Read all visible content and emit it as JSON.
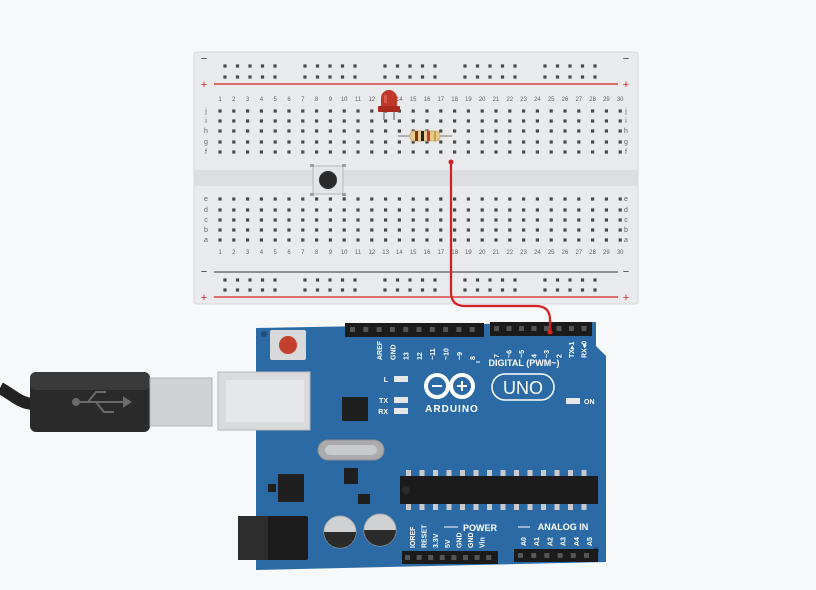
{
  "breadboard": {
    "column_numbers": [
      "1",
      "2",
      "3",
      "4",
      "5",
      "6",
      "7",
      "8",
      "9",
      "10",
      "11",
      "12",
      "13",
      "14",
      "15",
      "16",
      "17",
      "18",
      "19",
      "20",
      "21",
      "22",
      "23",
      "24",
      "25",
      "26",
      "27",
      "28",
      "29",
      "30"
    ],
    "rail_plus": "+",
    "rail_minus": "−",
    "upper_rows": [
      "j",
      "i",
      "h",
      "g",
      "f"
    ],
    "lower_rows": [
      "e",
      "d",
      "c",
      "b",
      "a"
    ]
  },
  "arduino": {
    "brand": "ARDUINO",
    "model": "UNO",
    "digital_label": "DIGITAL (PWM~)",
    "power_label": "POWER",
    "analog_label": "ANALOG IN",
    "on_label": "ON",
    "led_labels": [
      "L",
      "TX",
      "RX"
    ],
    "digital_pins_left": [
      "AREF",
      "GND",
      "13",
      "12",
      "~11",
      "~10",
      "~9",
      "8"
    ],
    "digital_pins_right": [
      "7",
      "~6",
      "~5",
      "4",
      "~3",
      "2",
      "TX▸1",
      "RX◂0"
    ],
    "power_pins": [
      "IOREF",
      "RESET",
      "3.3V",
      "5V",
      "GND",
      "GND",
      "Vin"
    ],
    "analog_pins": [
      "A0",
      "A1",
      "A2",
      "A3",
      "A4",
      "A5"
    ]
  },
  "colors": {
    "board_blue": "#2b6aa5",
    "wire_red": "#d42020",
    "led_red": "#c0392b"
  }
}
